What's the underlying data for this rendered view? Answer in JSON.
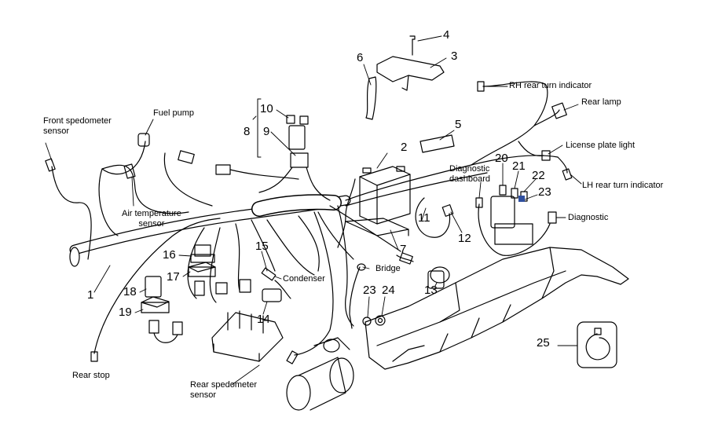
{
  "labels": {
    "front_speedometer_sensor": "Front spedometer\nsensor",
    "fuel_pump": "Fuel pump",
    "air_temperature_sensor": "Air temperature\nsensor",
    "rh_rear_turn_indicator": "RH rear turn indicator",
    "rear_lamp": "Rear lamp",
    "license_plate_light": "License plate light",
    "lh_rear_turn_indicator": "LH rear turn indicator",
    "diagnostic_dashboard": "Diagnostic\ndashboard",
    "diagnostic": "Diagnostic",
    "condenser": "Condenser",
    "bridge": "Bridge",
    "rear_stop": "Rear stop",
    "rear_speedometer_sensor": "Rear spedometer\nsensor"
  },
  "part_numbers": [
    "1",
    "2",
    "3",
    "4",
    "5",
    "6",
    "7",
    "8",
    "9",
    "10",
    "11",
    "12",
    "13",
    "14",
    "15",
    "16",
    "17",
    "18",
    "19",
    "20",
    "21",
    "22",
    "23",
    "23",
    "24",
    "25"
  ],
  "colors": {
    "ink": "#000000",
    "highlight": "#2f4f9f",
    "paper": "#ffffff"
  }
}
